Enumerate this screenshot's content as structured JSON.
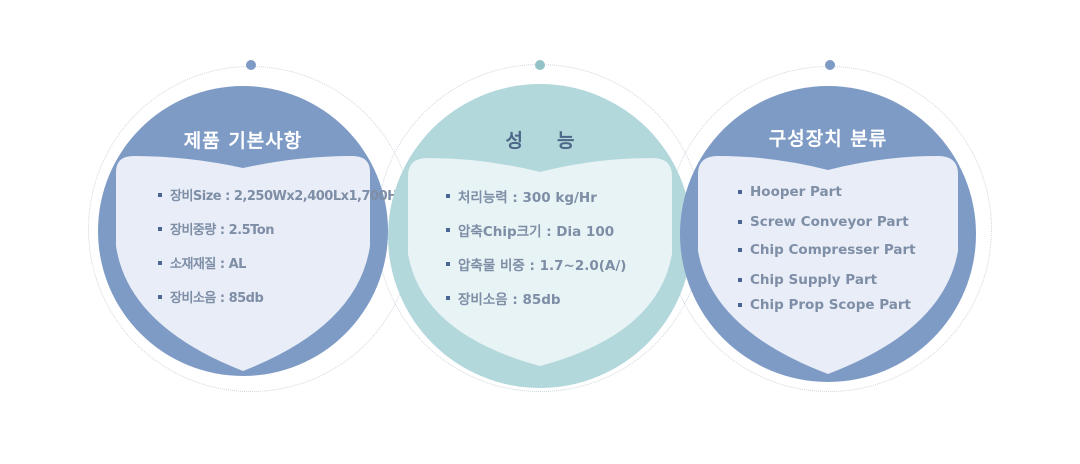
{
  "colors": {
    "blue_circle": "#7e9bc6",
    "teal_circle": "#b3d8dc",
    "blue_inner": "#e9edf7",
    "teal_inner": "#e8f3f5",
    "text": "#7d8ea6",
    "bullet": "#4a6594",
    "anchor_blue": "#7e9bc6",
    "anchor_teal": "#93c3c9"
  },
  "sections": [
    {
      "title": "제품 기본사항",
      "items": [
        "장비Size : 2,250Wx2,400Lx1,700H",
        "장비중량 : 2.5Ton",
        "소재재질 : AL",
        "장비소음 : 85db"
      ]
    },
    {
      "title": "성능",
      "items": [
        "처리능력 : 300 kg/Hr",
        "압축Chip크기 : Dia 100",
        "압축물 비중 : 1.7~2.0(A/)",
        "장비소음 : 85db"
      ]
    },
    {
      "title": "구성장치 분류",
      "items": [
        "Hooper Part",
        "Screw Conveyor Part",
        "Chip Compresser Part",
        "Chip Supply Part",
        "Chip Prop Scope Part"
      ]
    }
  ]
}
